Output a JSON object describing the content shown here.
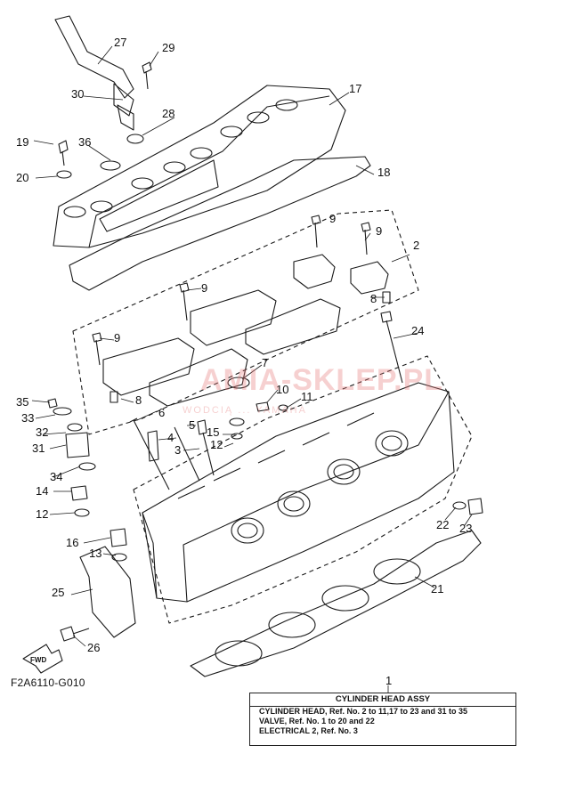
{
  "figure_code": "F2A6110-G010",
  "fwd_label": "FWD",
  "watermark": {
    "main": "AMIA-SKLEP.PL",
    "sub": "WODCIĄ ... YAMAHA"
  },
  "assembly": {
    "ref_number": "1",
    "title": "CYLINDER HEAD ASSY",
    "lines": [
      "CYLINDER HEAD, Ref. No. 2 to 11,17 to 23 and 31 to 35",
      "VALVE, Ref. No. 1 to 20 and 22",
      "ELECTRICAL 2, Ref. No. 3"
    ]
  },
  "callouts": [
    "27",
    "29",
    "30",
    "28",
    "17",
    "19",
    "36",
    "20",
    "18",
    "9",
    "2",
    "9",
    "9",
    "8",
    "24",
    "9",
    "7",
    "35",
    "8",
    "10",
    "11",
    "33",
    "6",
    "32",
    "5",
    "15",
    "31",
    "4",
    "12",
    "3",
    "34",
    "14",
    "12",
    "22",
    "23",
    "16",
    "13",
    "21",
    "25",
    "26"
  ],
  "colors": {
    "line": "#1a1a1a",
    "watermark": "#e07878"
  }
}
